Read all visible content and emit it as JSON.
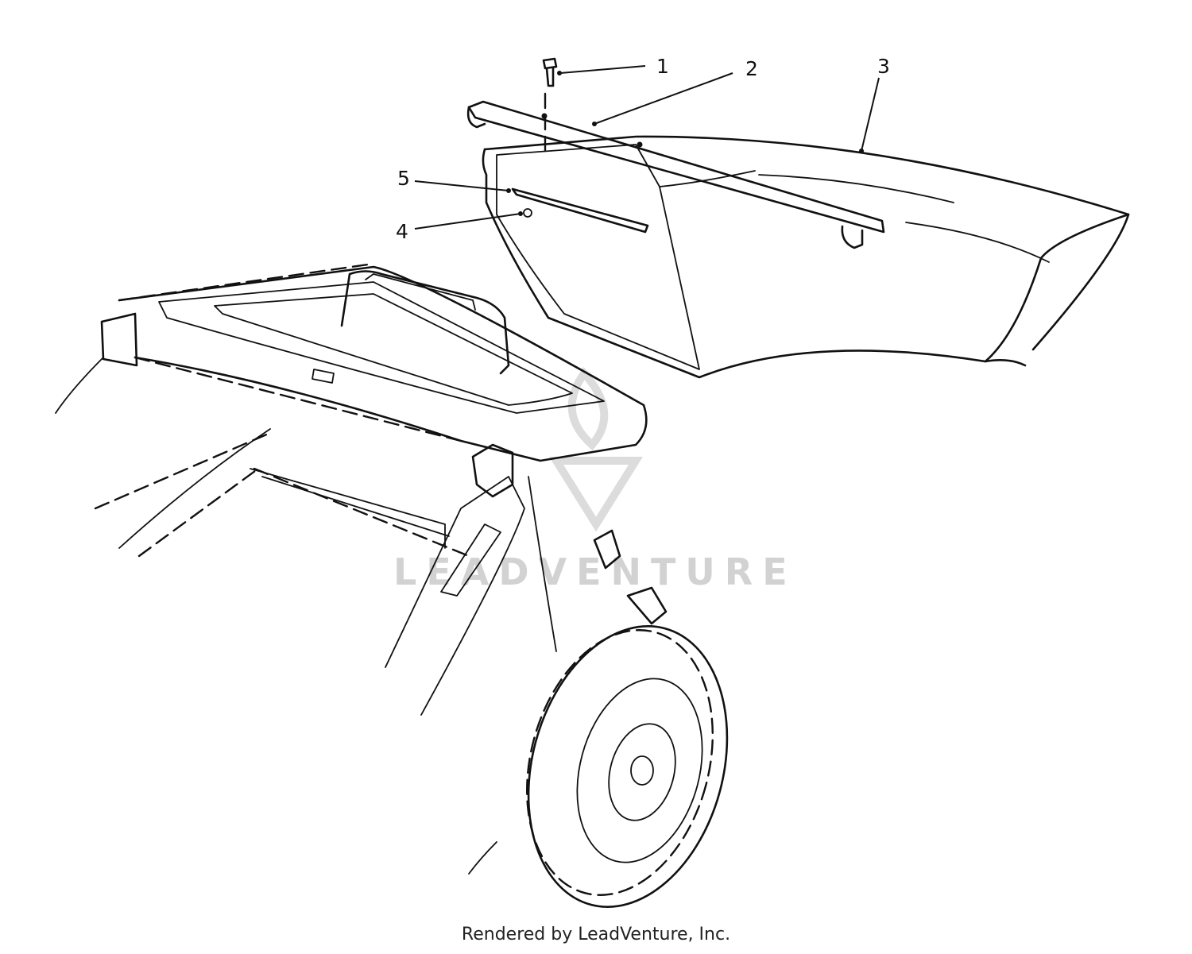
{
  "watermark": {
    "text": "LEADVENTURE"
  },
  "callouts": [
    {
      "id": "1",
      "label": "1"
    },
    {
      "id": "2",
      "label": "2"
    },
    {
      "id": "3",
      "label": "3"
    },
    {
      "id": "4",
      "label": "4"
    },
    {
      "id": "5",
      "label": "5"
    }
  ],
  "footer": {
    "text": "Rendered by LeadVenture, Inc."
  }
}
